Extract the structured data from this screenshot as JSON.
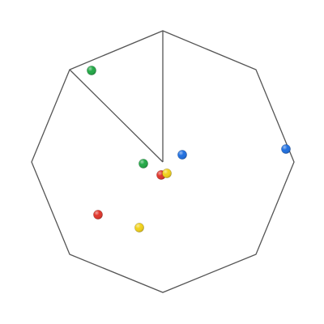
{
  "board": {
    "shape": "octagon",
    "outline_color": "#555555",
    "background_color": "#ffffff",
    "highlighted_sector": "upper-left"
  },
  "balls": [
    {
      "id": "green-1",
      "color": "green",
      "fill": "#22a846"
    },
    {
      "id": "blue-1",
      "color": "blue",
      "fill": "#1f6fe0"
    },
    {
      "id": "green-2",
      "color": "green",
      "fill": "#22a846"
    },
    {
      "id": "blue-2",
      "color": "blue",
      "fill": "#1f6fe0"
    },
    {
      "id": "red-1",
      "color": "red",
      "fill": "#e0352b"
    },
    {
      "id": "yellow-1",
      "color": "yellow",
      "fill": "#f2d21a"
    },
    {
      "id": "red-2",
      "color": "red",
      "fill": "#e0352b"
    },
    {
      "id": "yellow-2",
      "color": "yellow",
      "fill": "#f2d21a"
    }
  ]
}
